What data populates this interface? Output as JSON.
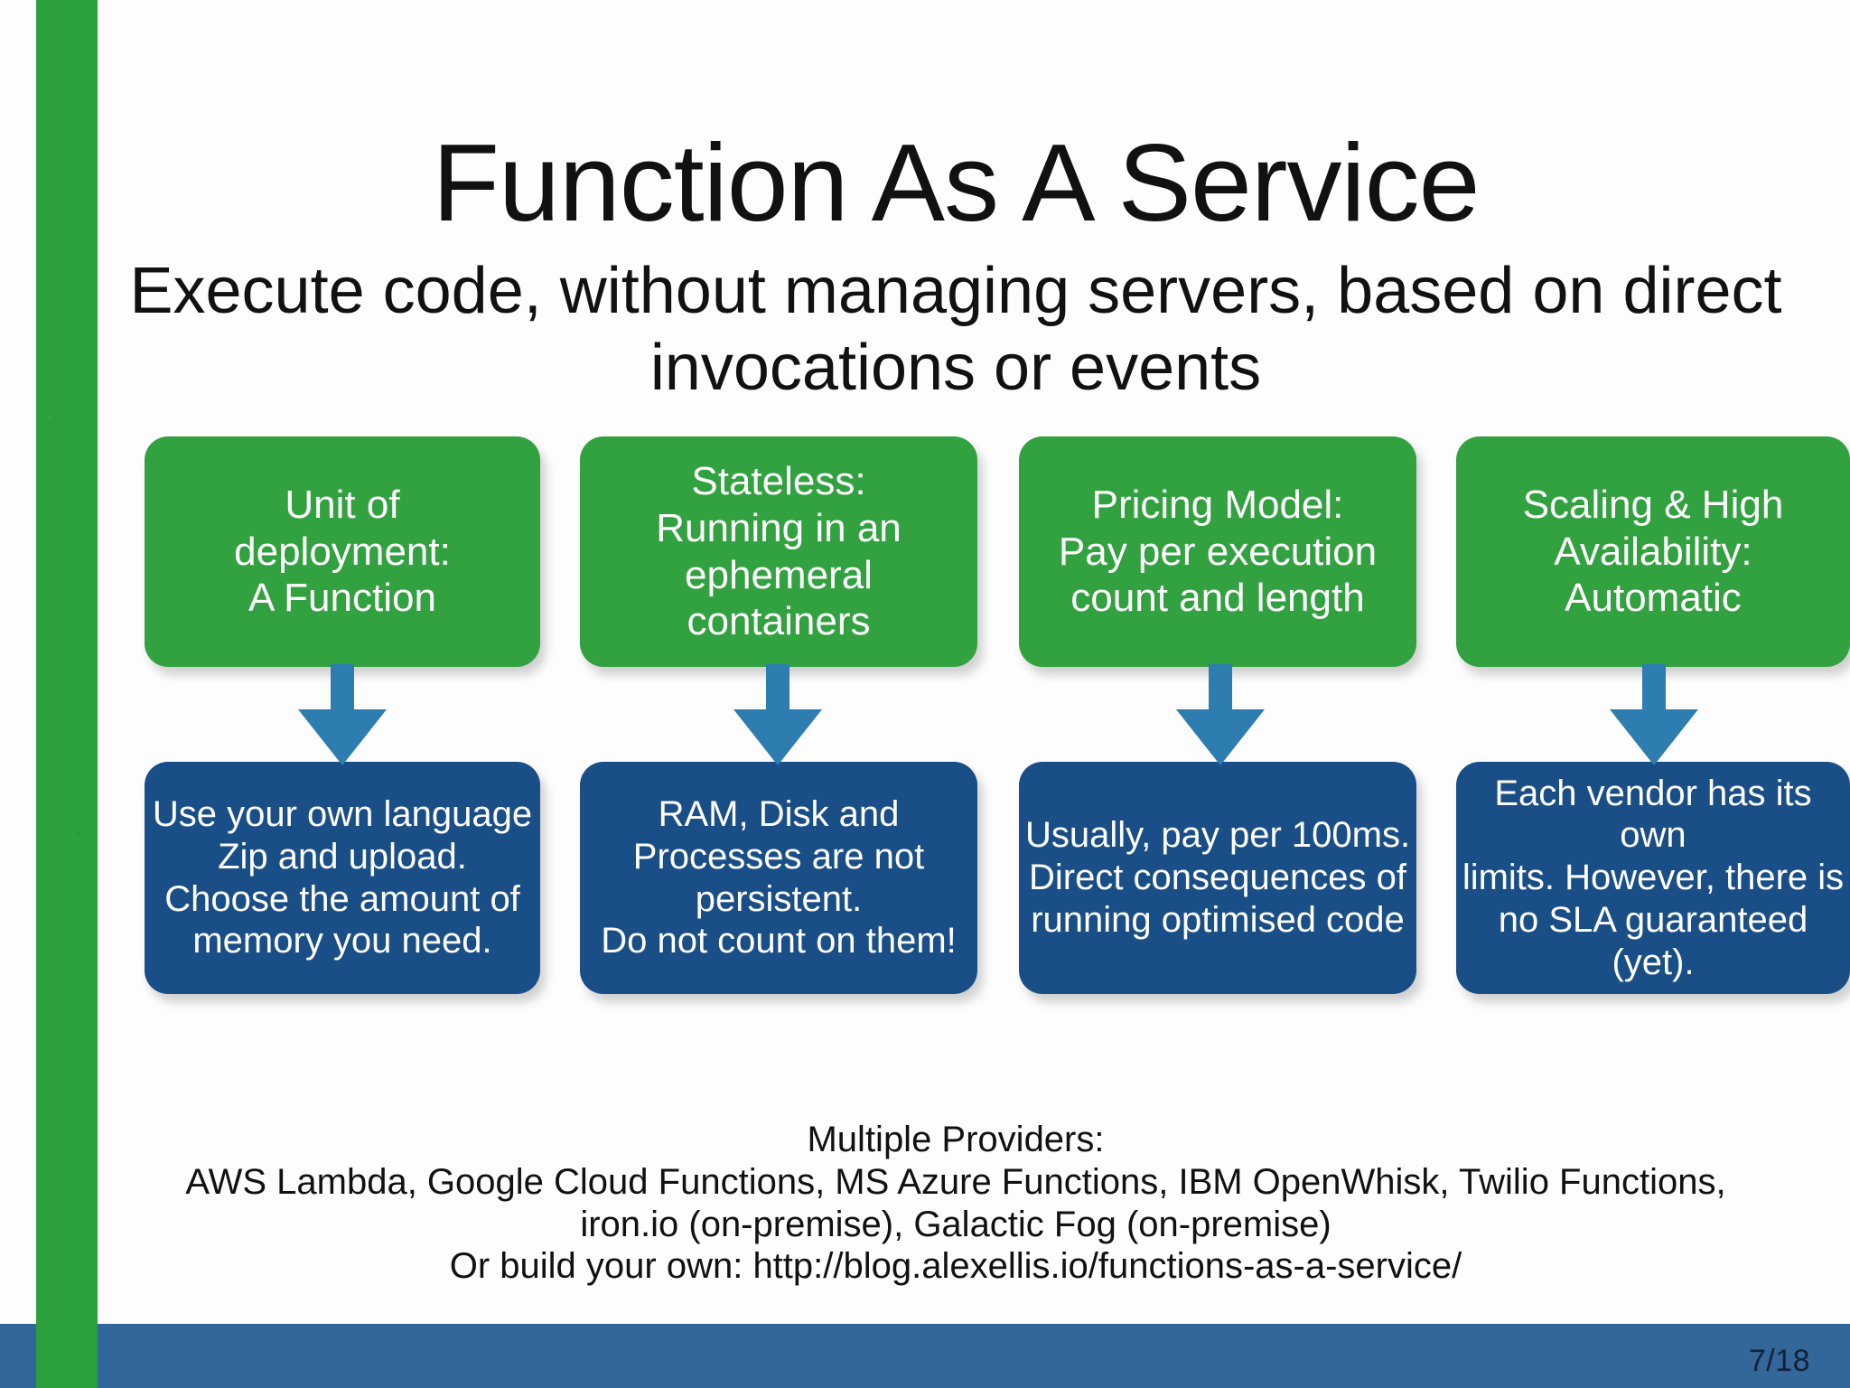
{
  "slide": {
    "title": "Function As A Service",
    "subtitle_lines": [
      "Execute code, without managing servers, based on direct",
      "invocations or events"
    ],
    "page_number": "7/18"
  },
  "colors": {
    "accent_bar_green": "#2ba03c",
    "card_green": "#32a13f",
    "card_blue": "#1a4e87",
    "arrow_blue": "#2e7db0",
    "footer_blue": "#336699",
    "text_dark": "#111111",
    "card_text": "#ffffff"
  },
  "columns": [
    {
      "top_card": {
        "lines": [
          "Unit of",
          "deployment:",
          "A Function"
        ]
      },
      "arrow": "down-arrow-icon",
      "bottom_card": {
        "lines": [
          "Use your own language",
          "Zip and upload.",
          "Choose the amount of",
          "memory you need."
        ]
      }
    },
    {
      "top_card": {
        "lines": [
          "Stateless:",
          "Running in an",
          "ephemeral",
          "containers"
        ]
      },
      "arrow": "down-arrow-icon",
      "bottom_card": {
        "lines": [
          "RAM, Disk and",
          "Processes are not",
          "persistent.",
          "Do not count on them!"
        ]
      }
    },
    {
      "top_card": {
        "lines": [
          "Pricing Model:",
          "Pay per execution",
          "count and length"
        ]
      },
      "arrow": "down-arrow-icon",
      "bottom_card": {
        "lines": [
          "Usually, pay per 100ms.",
          "Direct consequences of",
          "running optimised code"
        ]
      }
    },
    {
      "top_card": {
        "lines": [
          "Scaling & High",
          "Availability:",
          "Automatic"
        ]
      },
      "arrow": "down-arrow-icon",
      "bottom_card": {
        "lines": [
          "Each vendor has its own",
          "limits. However, there is",
          "no SLA guaranteed (yet)."
        ]
      }
    }
  ],
  "providers": {
    "lines": [
      "Multiple Providers:",
      "AWS Lambda, Google Cloud Functions, MS Azure Functions, IBM OpenWhisk, Twilio Functions,",
      "iron.io (on-premise), Galactic Fog (on-premise)",
      "Or build your own: http://blog.alexellis.io/functions-as-a-service/"
    ]
  }
}
